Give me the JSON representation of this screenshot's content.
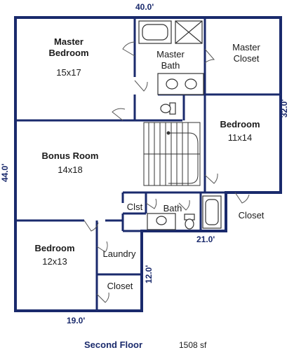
{
  "rooms": {
    "master_bedroom": {
      "name_line1": "Master",
      "name_line2": "Bedroom",
      "size": "15x17"
    },
    "master_bath": {
      "name_line1": "Master",
      "name_line2": "Bath"
    },
    "master_closet": {
      "name_line1": "Master",
      "name_line2": "Closet"
    },
    "bedroom_right": {
      "name": "Bedroom",
      "size": "11x14"
    },
    "bonus_room": {
      "name": "Bonus Room",
      "size": "14x18"
    },
    "closet_small": {
      "name": "Clst"
    },
    "bath": {
      "name": "Bath"
    },
    "closet_right": {
      "name": "Closet"
    },
    "bedroom_bottom": {
      "name": "Bedroom",
      "size": "12x13"
    },
    "laundry": {
      "name": "Laundry"
    },
    "closet_bottom": {
      "name": "Closet"
    }
  },
  "dimensions": {
    "top": "40.0'",
    "right": "32.0'",
    "left": "44.0'",
    "middle_right": "21.0'",
    "middle_vertical": "12.0'",
    "bottom": "19.0'"
  },
  "footer": {
    "title": "Second Floor",
    "area": "1508 sf"
  },
  "colors": {
    "wall": "#1a2a6c",
    "dimension_text": "#1a2a6c"
  }
}
